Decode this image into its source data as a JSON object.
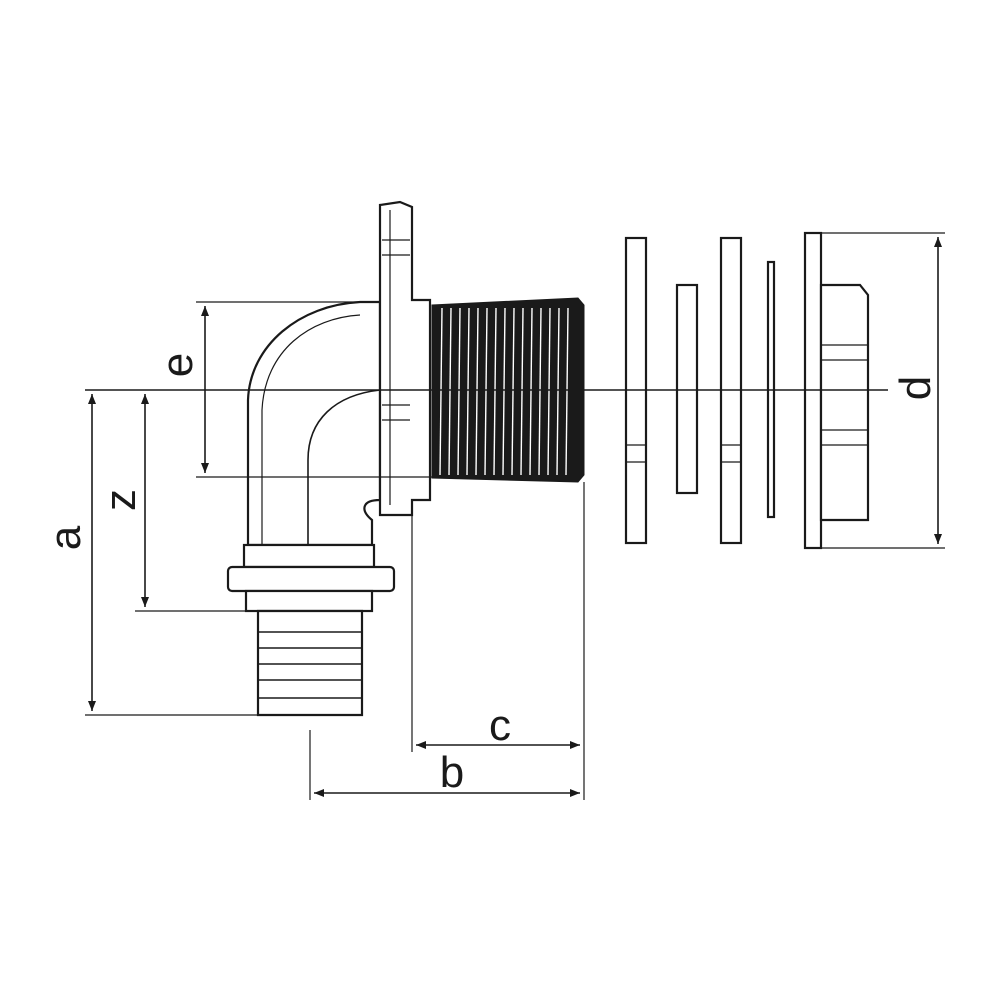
{
  "dimensions": {
    "a": "a",
    "b": "b",
    "c": "c",
    "d": "d",
    "e": "e",
    "z": "z"
  },
  "colors": {
    "line": "#1a1a1a",
    "background": "#ffffff"
  }
}
